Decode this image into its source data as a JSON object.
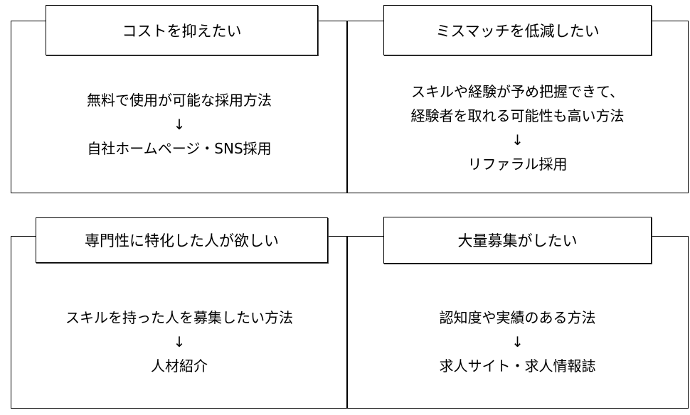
{
  "quadrants": [
    {
      "title": "コストを抑えたい",
      "description": [
        "無料で使用が可能な採用方法"
      ],
      "arrow": "↓",
      "method": "自社ホームページ・SNS採用"
    },
    {
      "title": "ミスマッチを低減したい",
      "description": [
        "スキルや経験が予め把握できて、",
        "経験者を取れる可能性も高い方法"
      ],
      "arrow": "↓",
      "method": "リファラル採用"
    },
    {
      "title": "専門性に特化した人が欲しい",
      "description": [
        "スキルを持った人を募集したい方法"
      ],
      "arrow": "↓",
      "method": "人材紹介"
    },
    {
      "title": "大量募集がしたい",
      "description": [
        "認知度や実績のある方法"
      ],
      "arrow": "↓",
      "method": "求人サイト・求人情報誌"
    }
  ]
}
